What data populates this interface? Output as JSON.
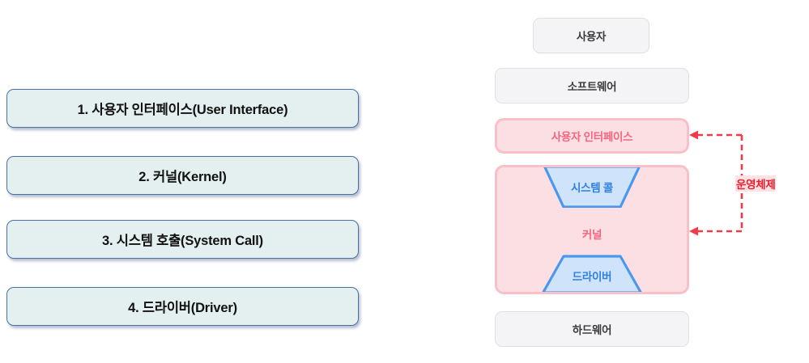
{
  "left_panel": {
    "items": [
      {
        "label": "1. 사용자 인터페이스(User Interface)"
      },
      {
        "label": "2. 커널(Kernel)"
      },
      {
        "label": "3. 시스템 호출(System Call)"
      },
      {
        "label": "4. 드라이버(Driver)"
      }
    ]
  },
  "diagram": {
    "layers": [
      {
        "label": "사용자"
      },
      {
        "label": "소프트웨어"
      },
      {
        "label": "사용자 인터페이스"
      },
      {
        "label": "커널"
      },
      {
        "label": "하드웨어"
      }
    ],
    "inner_shapes": [
      {
        "label": "시스템 콜"
      },
      {
        "label": "드라이버"
      }
    ],
    "annotation": {
      "label": "운영체제"
    }
  },
  "colors": {
    "list_box_fill": "#e4f0ef",
    "list_box_border": "#4a6fa5",
    "grey_fill": "#f4f4f6",
    "grey_border": "#e0e0e4",
    "pink_fill": "#fbdfe3",
    "pink_border": "#f9c0c8",
    "pink_text": "#f2667f",
    "blue_fill": "#cfe4fb",
    "blue_border": "#4a97ef",
    "blue_text": "#2e7fe0",
    "annotation_red": "#ef1c2c",
    "annotation_highlight": "#fde3e6"
  }
}
